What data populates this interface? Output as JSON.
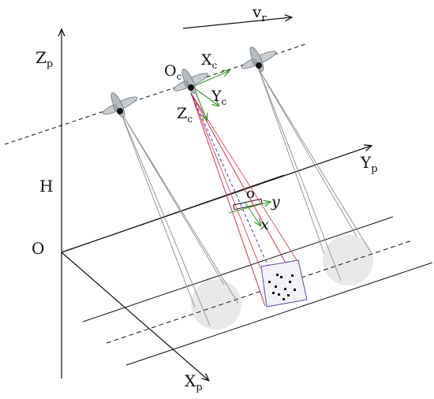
{
  "labels": {
    "zp_main": "Z",
    "zp_sub": "p",
    "yp_main": "Y",
    "yp_sub": "p",
    "xp_main": "X",
    "xp_sub": "p",
    "origin_o": "O",
    "h": "H",
    "vr_main": "v",
    "vr_sub": "r",
    "oc_main": "O",
    "oc_sub": "c",
    "xc_main": "X",
    "xc_sub": "c",
    "yc_main": "Y",
    "yc_sub": "c",
    "zc_main": "Z",
    "zc_sub": "c",
    "img_o": "o",
    "img_y": "y",
    "img_x": "x"
  },
  "colors": {
    "axis": "#111111",
    "ray": "#8c8c8c",
    "red_ray": "#d8324a",
    "blue_dash": "#3b3bd6",
    "green_axis": "#3d9a2e",
    "footprint": "#e6e6e6",
    "footprint_frame": "#5a4bb0"
  }
}
